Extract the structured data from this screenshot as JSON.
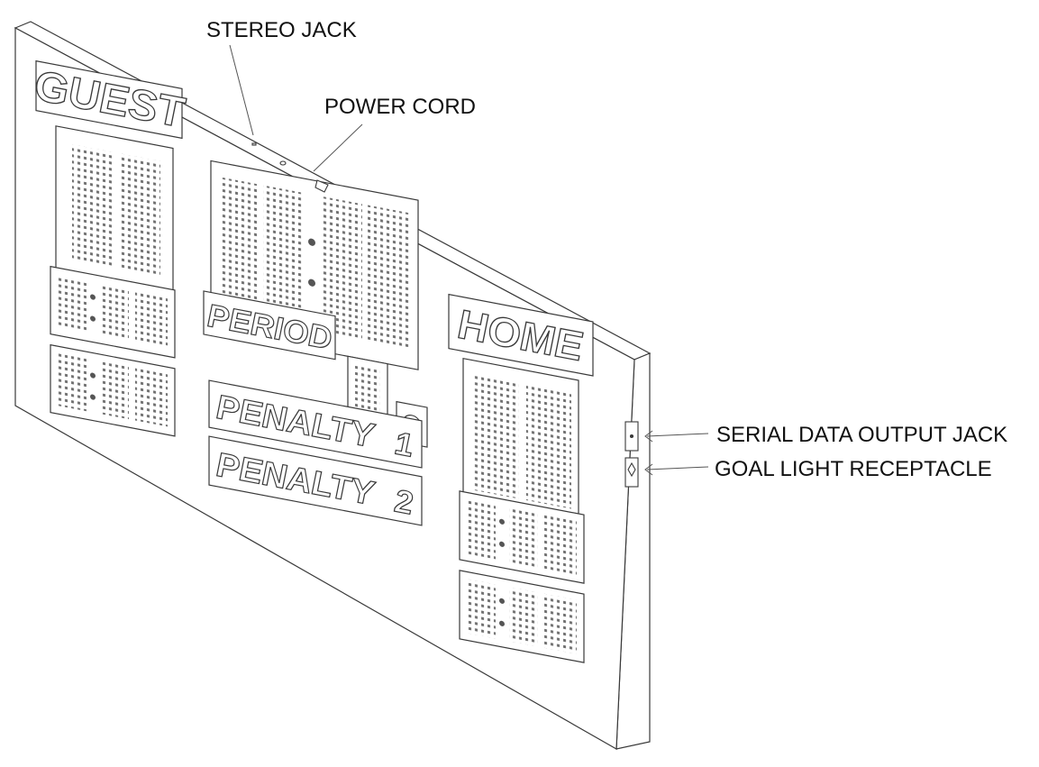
{
  "board_labels": {
    "guest": "GUEST",
    "home": "HOME",
    "period": "PERIOD",
    "penalty_1": "PENALTY",
    "penalty_1_number": "1",
    "penalty_2": "PENALTY",
    "penalty_2_number": "2"
  },
  "callouts": {
    "stereo_jack": "STEREO JACK",
    "power_cord": "POWER CORD",
    "serial_data_output_jack": "SERIAL DATA OUTPUT JACK",
    "goal_light_receptacle": "GOAL LIGHT RECEPTACLE"
  },
  "colors": {
    "line": "#3a3a3a",
    "paper": "#ffffff",
    "leds": "#555555"
  }
}
